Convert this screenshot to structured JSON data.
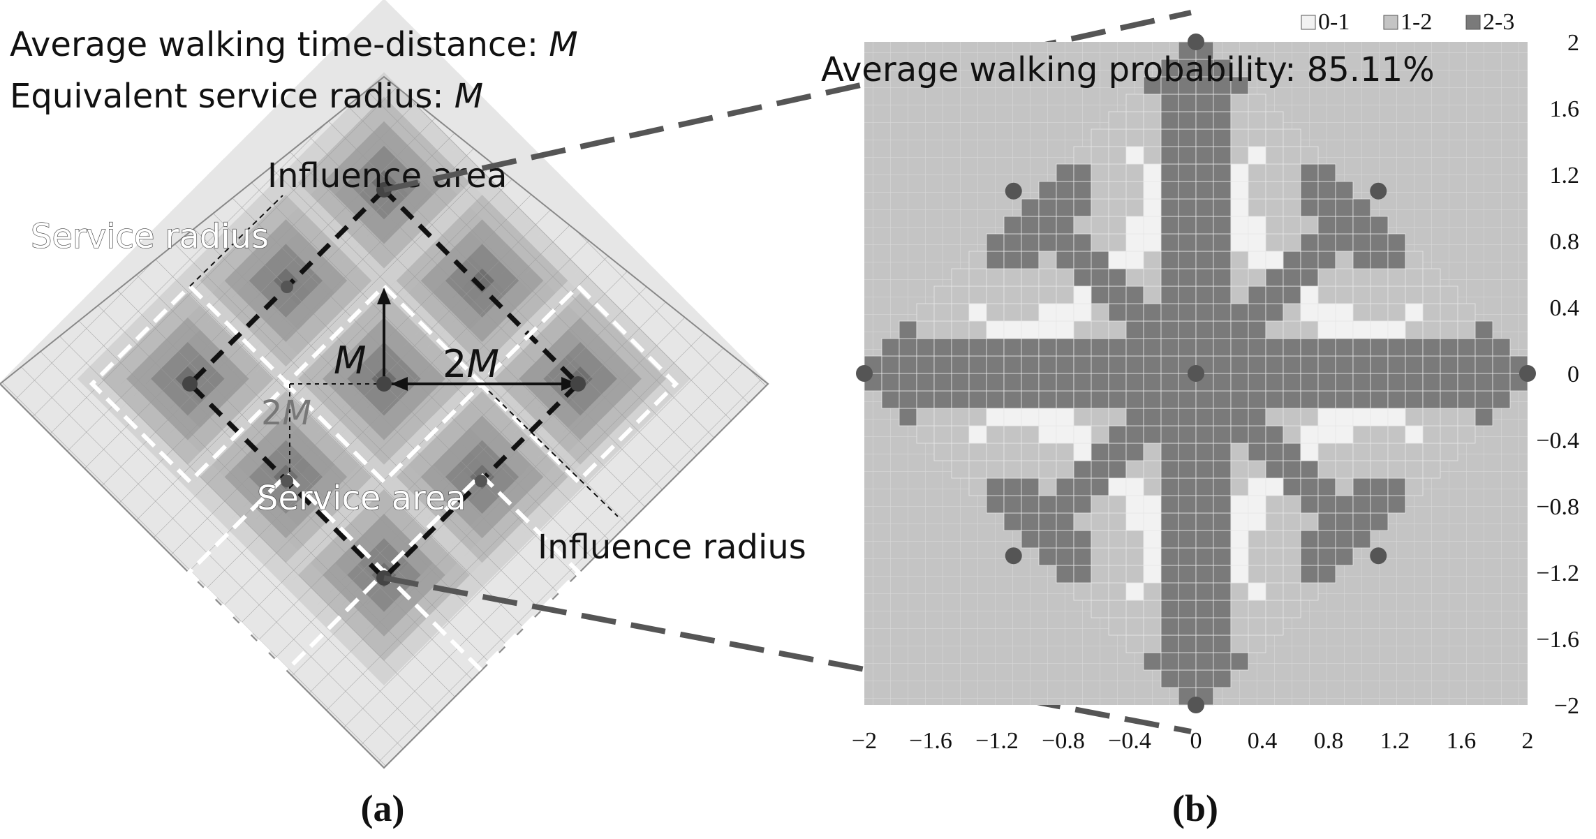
{
  "panel_a": {
    "lines": {
      "time_distance": "Average walking time-distance: ",
      "equivalent_radius": "Equivalent service radius: ",
      "symbol": "M"
    },
    "labels": {
      "influence_area": "Influence area",
      "service_radius": "Service radius",
      "service_area": "Service area",
      "influence_radius": "Influence radius",
      "m": "M",
      "two_m_right": "2",
      "two_m_left": "2"
    },
    "caption_open": "(",
    "caption_letter": "a",
    "caption_close": ")"
  },
  "panel_b": {
    "probability_text": "Average walking probability: 85.11%",
    "caption_open": "(",
    "caption_letter": "b",
    "caption_close": ")"
  },
  "chart_data": {
    "type": "heatmap",
    "legend": [
      "0-1",
      "1-2",
      "2-3"
    ],
    "colors": {
      "0-1": "#f2f2f2",
      "1-2": "#c4c4c4",
      "2-3": "#7a7a7a"
    },
    "x_ticks": [
      "−2",
      "−1.6",
      "−1.2",
      "−0.8",
      "−0.4",
      "0",
      "0.4",
      "0.8",
      "1.2",
      "1.6",
      "2"
    ],
    "y_ticks": [
      "2",
      "1.6",
      "1.2",
      "0.8",
      "0.4",
      "0",
      "−0.4",
      "−0.8",
      "−1.2",
      "−1.6",
      "−2"
    ],
    "xlim": [
      -2,
      2
    ],
    "ylim": [
      -2,
      2
    ],
    "nodes": [
      [
        0,
        2
      ],
      [
        -1.1,
        1.1
      ],
      [
        1.1,
        1.1
      ],
      [
        -2,
        0
      ],
      [
        0,
        0
      ],
      [
        2,
        0
      ],
      [
        -1.1,
        -1.1
      ],
      [
        1.1,
        -1.1
      ],
      [
        0,
        -2
      ]
    ],
    "legend_position": "top-right"
  }
}
